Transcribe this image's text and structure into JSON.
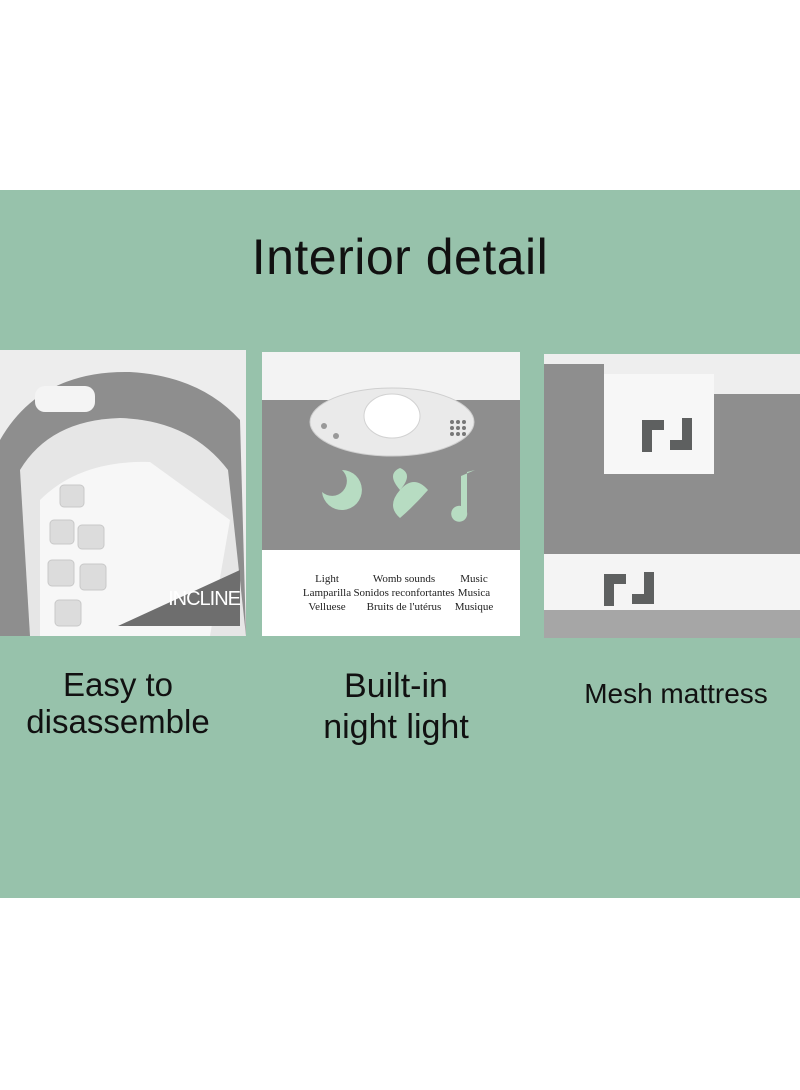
{
  "title": "Interior detail",
  "panels": [
    {
      "caption_line1": "Easy to",
      "caption_line2": "disassemble",
      "label": "INCLINE",
      "icon": "bassinet-incline-image"
    },
    {
      "caption_line1": "Built-in",
      "caption_line2": "night light",
      "icon": "night-light-speaker-image",
      "features": [
        {
          "lines": [
            "Light",
            "Lamparilla",
            "Velluese"
          ]
        },
        {
          "lines": [
            "Womb sounds",
            "Sonidos reconfortantes",
            "Bruits de l'utérus"
          ]
        },
        {
          "lines": [
            "Music",
            "Musica",
            "Musique"
          ]
        }
      ]
    },
    {
      "caption": "Mesh mattress",
      "icon": "mesh-mattress-arrows-image"
    }
  ],
  "colors": {
    "banner": "#97c2ab",
    "fabric": "#8e8e8e",
    "accent_green": "#b7dcc2"
  }
}
